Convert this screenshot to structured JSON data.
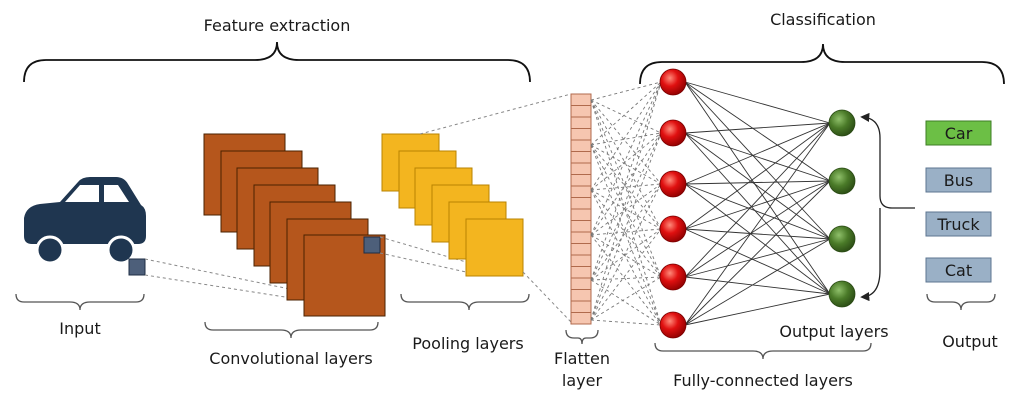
{
  "headings": {
    "feature_extraction": "Feature extraction",
    "classification": "Classification"
  },
  "labels": {
    "input": "Input",
    "convolutional": "Convolutional layers",
    "pooling": "Pooling layers",
    "flatten_line1": "Flatten",
    "flatten_line2": "layer",
    "fully_connected": "Fully-connected layers",
    "output_layers": "Output layers",
    "output": "Output"
  },
  "outputs": [
    "Car",
    "Bus",
    "Truck",
    "Cat"
  ],
  "colors": {
    "car_icon": "#1f3650",
    "conv_layer": "#b5561c",
    "conv_patch": "#4d5f7a",
    "pool_layer": "#f3b51f",
    "flatten_cell": "#f6c6b0",
    "fc_node": "#e01010",
    "output_node": "#4a7a28",
    "output_box_selected": "#6cbf45",
    "output_box": "#9ab0c6"
  }
}
